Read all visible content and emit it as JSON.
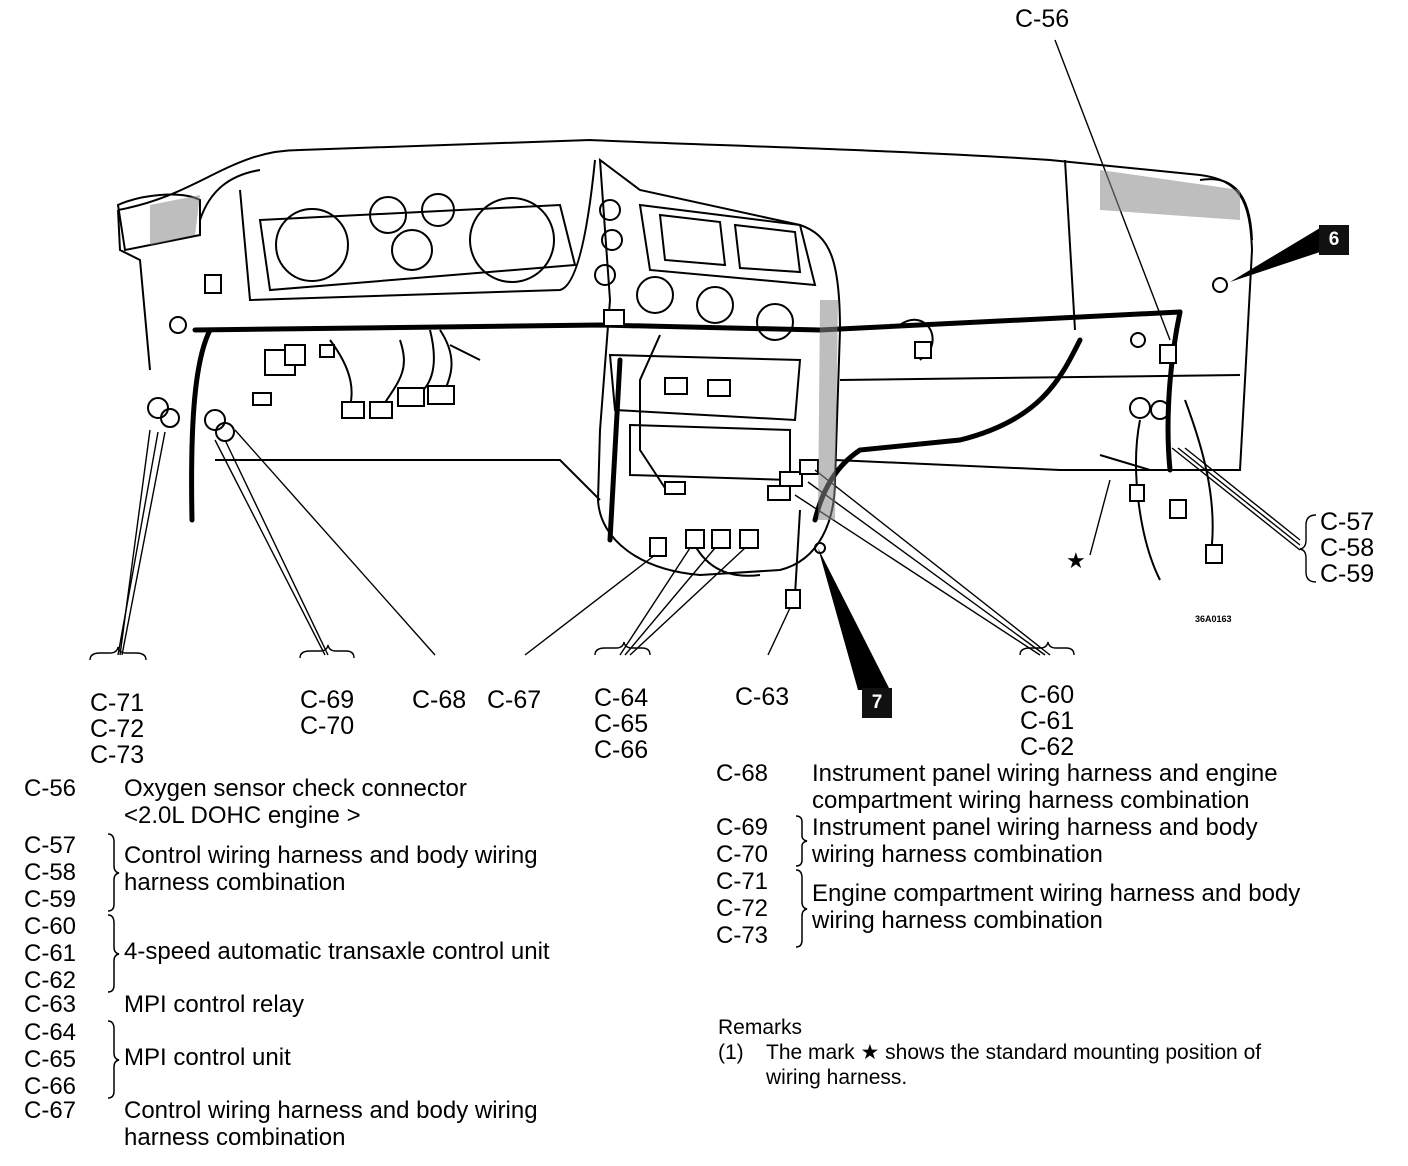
{
  "diagram": {
    "image_code": "36A0163",
    "callout_top": "C-56",
    "markers": {
      "six": "6",
      "seven": "7",
      "star": "★"
    },
    "callouts": {
      "c71_73": [
        "C-71",
        "C-72",
        "C-73"
      ],
      "c69_70": [
        "C-69",
        "C-70"
      ],
      "c68": "C-68",
      "c67": "C-67",
      "c64_66": [
        "C-64",
        "C-65",
        "C-66"
      ],
      "c63": "C-63",
      "c60_62": [
        "C-60",
        "C-61",
        "C-62"
      ],
      "c57_59": [
        "C-57",
        "C-58",
        "C-59"
      ]
    }
  },
  "legend_left": [
    {
      "codes": [
        "C-56"
      ],
      "brace": false,
      "desc": [
        "Oxygen sensor check connector",
        "<2.0L DOHC engine >"
      ]
    },
    {
      "codes": [
        "C-57",
        "C-58",
        "C-59"
      ],
      "brace": true,
      "desc": [
        "Control wiring harness and body wiring",
        "harness combination"
      ]
    },
    {
      "codes": [
        "C-60",
        "C-61",
        "C-62"
      ],
      "brace": true,
      "desc": [
        "4-speed automatic transaxle control unit"
      ]
    },
    {
      "codes": [
        "C-63"
      ],
      "brace": false,
      "desc": [
        "MPI control relay"
      ]
    },
    {
      "codes": [
        "C-64",
        "C-65",
        "C-66"
      ],
      "brace": true,
      "desc": [
        "MPI control unit"
      ]
    },
    {
      "codes": [
        "C-67"
      ],
      "brace": false,
      "desc": [
        "Control wiring harness and body wiring",
        "harness combination"
      ]
    }
  ],
  "legend_right": [
    {
      "codes": [
        "C-68"
      ],
      "brace": false,
      "desc": [
        "Instrument panel wiring harness and engine",
        "compartment wiring harness combination"
      ]
    },
    {
      "codes": [
        "C-69",
        "C-70"
      ],
      "brace": true,
      "desc": [
        "Instrument panel wiring harness and body",
        "wiring harness combination"
      ]
    },
    {
      "codes": [
        "C-71",
        "C-72",
        "C-73"
      ],
      "brace": true,
      "desc": [
        "Engine compartment wiring harness and body",
        "wiring harness combination"
      ]
    }
  ],
  "remarks": {
    "title": "Remarks",
    "item_number": "(1)",
    "item_text_1": "The mark ★ shows the standard mounting position of",
    "item_text_2": "wiring harness."
  }
}
